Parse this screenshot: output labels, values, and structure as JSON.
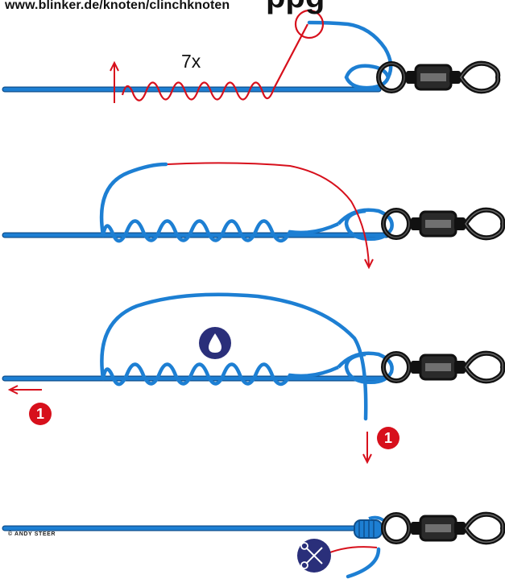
{
  "header": {
    "url": "www.blinker.de/knoten/clinchknoten",
    "title_fragment": "ppg"
  },
  "credit": "© ANDY STEER",
  "steps": [
    {
      "turns_label": "7x"
    },
    {},
    {
      "pull_markers": [
        "1",
        "1"
      ],
      "icon": "water-drop-icon"
    },
    {
      "icon": "scissors-icon"
    }
  ],
  "colors": {
    "line": "#1d7fd3",
    "line_dark": "#0f4f8c",
    "path": "#d7101c",
    "swivel": "#1b1b1b",
    "badge": "#d7101c",
    "icon_bg": "#2a2f7a"
  }
}
